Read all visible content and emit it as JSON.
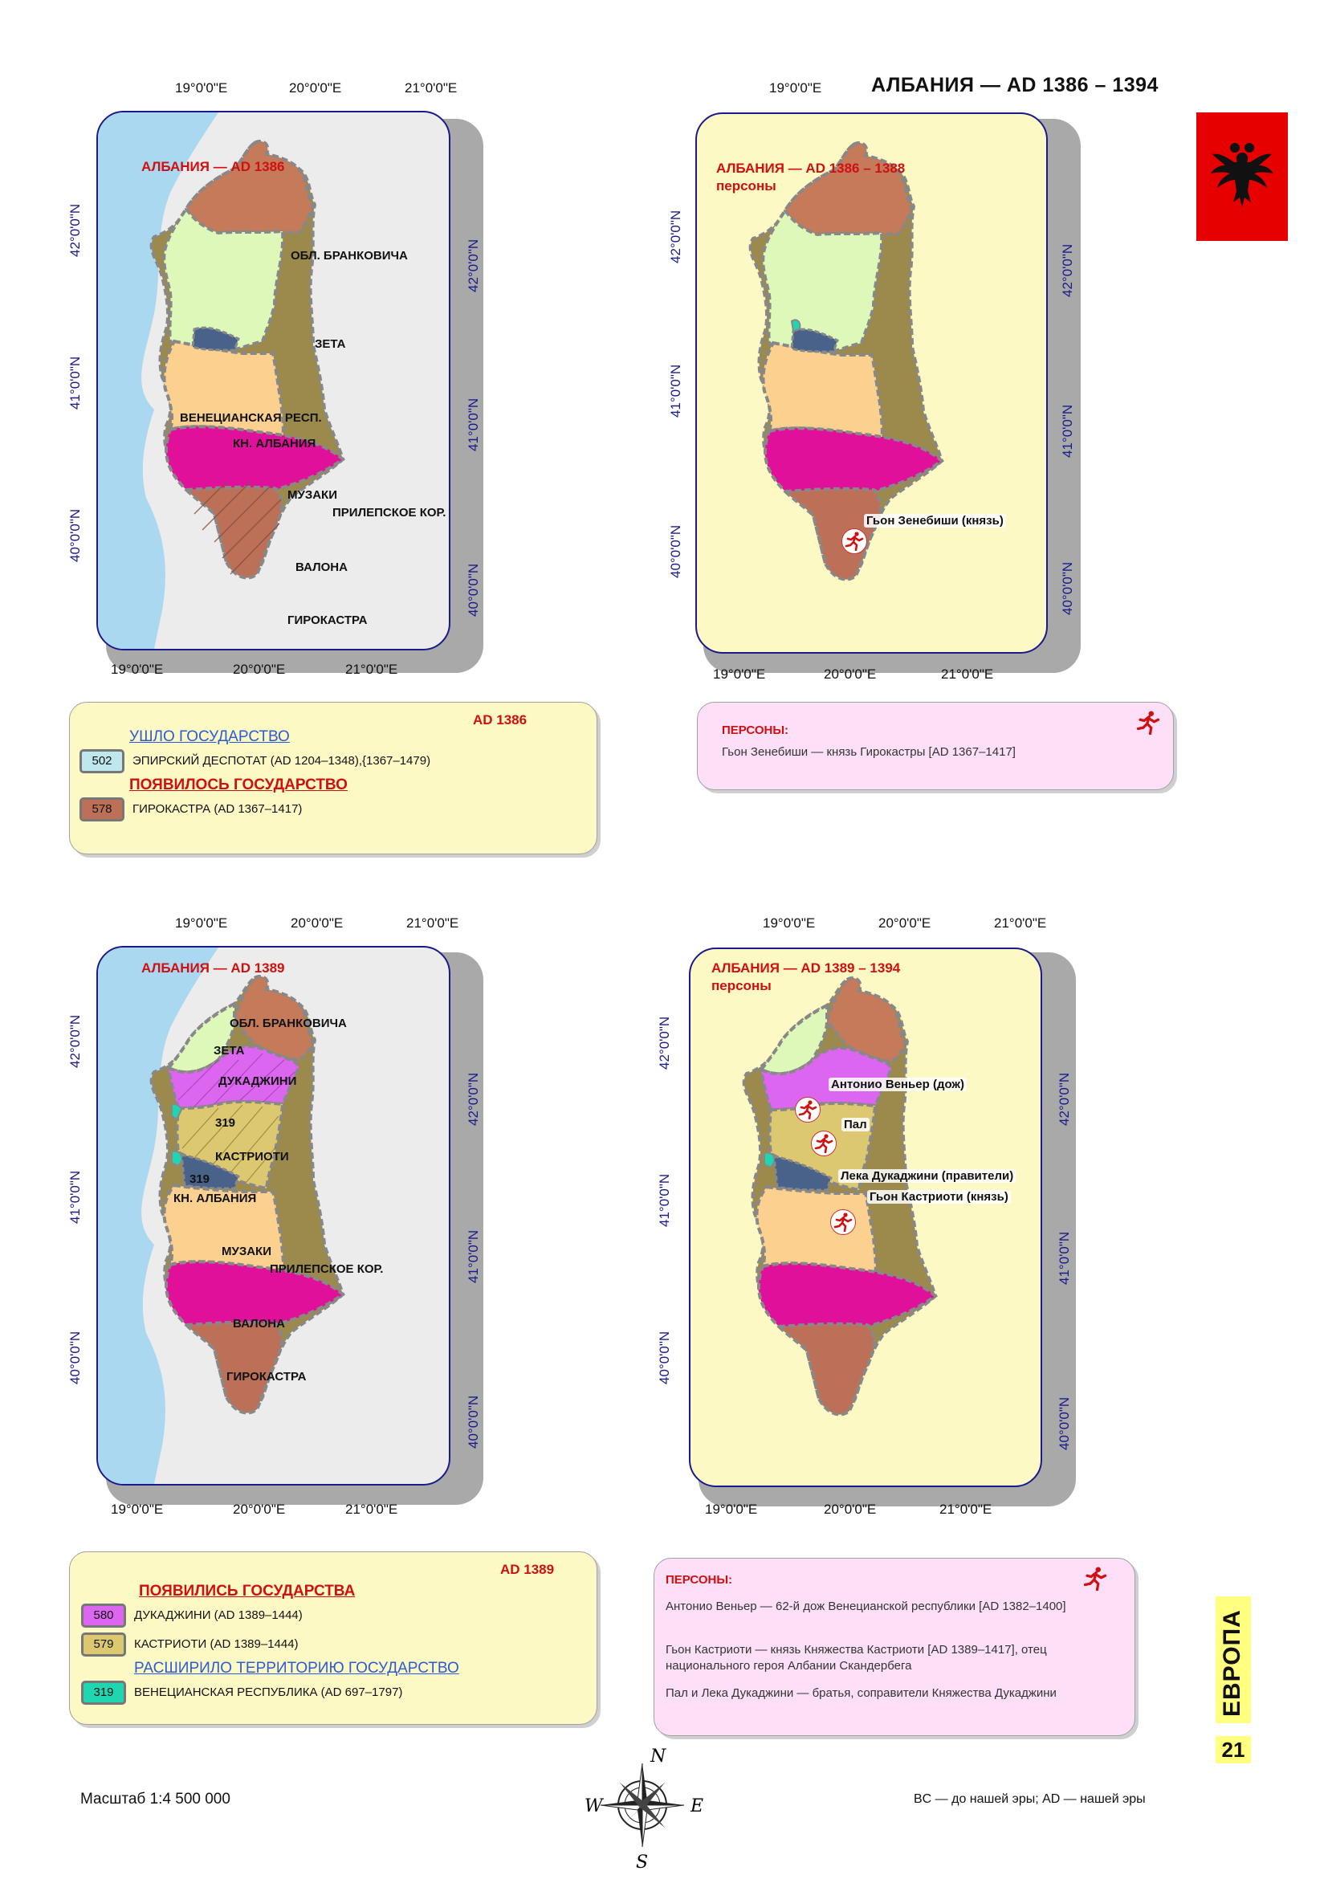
{
  "page": {
    "title": "АЛБАНИЯ — AD 1386 – 1394",
    "section_tab": "ЕВРОПА",
    "page_number": "21",
    "scale": "Масштаб 1:4 500 000",
    "era_note": "BC — до нашей эры; AD — нашей эры",
    "compass": {
      "n": "N",
      "w": "W",
      "e": "E",
      "s": "S"
    }
  },
  "colors": {
    "sea": "#a9d8f0",
    "land_outside": "#ececec",
    "paper": "#fdf9c4",
    "zeta": "#ddf8b8",
    "brankovich": "#c57a5a",
    "venice": "#1fd6b0",
    "kn_albania": "#48628a",
    "muzaki": "#fcd190",
    "prilep": "#9c8a4c",
    "valona": "#e0109a",
    "girokastra": "#bd7058",
    "dukagjini": "#dd66f0",
    "kastrioti": "#dcc870",
    "accent_red": "#d01010",
    "frame_blue": "#1a1a8a"
  },
  "map1": {
    "title": "АЛБАНИЯ  — AD 1386",
    "top_ticks": [
      "19°0'0\"E",
      "20°0'0\"E",
      "21°0'0\"E"
    ],
    "bottom_ticks": [
      "19°0'0\"E",
      "20°0'0\"E",
      "21°0'0\"E"
    ],
    "left_ticks": [
      "42°0'0\"N",
      "41°0'0\"N",
      "40°0'0\"N"
    ],
    "right_ticks": [
      "42°0'0\"N",
      "41°0'0\"N",
      "40°0'0\"N"
    ],
    "labels": {
      "brankovich": "ОБЛ. БРАНКОВИЧА",
      "zeta": "ЗЕТА",
      "venice": "ВЕНЕЦИАНСКАЯ РЕСП.",
      "kn_albania": "КН. АЛБАНИЯ",
      "muzaki": "МУЗАКИ",
      "prilep": "ПРИЛЕПСКОЕ КОР.",
      "valona": "ВАЛОНА",
      "girokastra": "ГИРОКАСТРА"
    }
  },
  "map2": {
    "title": "АЛБАНИЯ  — AD 1386 – 1388",
    "subtitle": "персоны",
    "top_ticks": [
      "19°0'0\"E"
    ],
    "bottom_ticks": [
      "19°0'0\"E",
      "20°0'0\"E",
      "21°0'0\"E"
    ],
    "left_ticks": [
      "42°0'0\"N",
      "41°0'0\"N",
      "40°0'0\"N"
    ],
    "right_ticks": [
      "42°0'0\"N",
      "41°0'0\"N",
      "40°0'0\"N"
    ],
    "persons": [
      "Гьон  Зенебиши  (князь)"
    ]
  },
  "map3": {
    "title": "АЛБАНИЯ  —  AD 1389",
    "top_ticks": [
      "19°0'0\"E",
      "20°0'0\"E",
      "21°0'0\"E"
    ],
    "bottom_ticks": [
      "19°0'0\"E",
      "20°0'0\"E",
      "21°0'0\"E"
    ],
    "left_ticks": [
      "42°0'0\"N",
      "41°0'0\"N",
      "40°0'0\"N"
    ],
    "right_ticks": [
      "42°0'0\"N",
      "41°0'0\"N",
      "40°0'0\"N"
    ],
    "labels": {
      "zeta": "ЗЕТА",
      "brankovich": "ОБЛ. БРАНКОВИЧА",
      "dukagjini": "ДУКАДЖИНИ",
      "code_a": "319",
      "kastrioti": "КАСТРИОТИ",
      "code_b": "319",
      "kn_albania": "КН. АЛБАНИЯ",
      "muzaki": "МУЗАКИ",
      "prilep": "ПРИЛЕПСКОЕ КОР.",
      "valona": "ВАЛОНА",
      "girokastra": "ГИРОКАСТРА"
    }
  },
  "map4": {
    "title": "АЛБАНИЯ  — AD 1389 – 1394",
    "subtitle": "персоны",
    "top_ticks": [
      "19°0'0\"E",
      "20°0'0\"E",
      "21°0'0\"E"
    ],
    "bottom_ticks": [
      "19°0'0\"E",
      "20°0'0\"E",
      "21°0'0\"E"
    ],
    "left_ticks": [
      "42°0'0\"N",
      "41°0'0\"N",
      "40°0'0\"N"
    ],
    "right_ticks": [
      "42°0'0\"N",
      "41°0'0\"N",
      "40°0'0\"N"
    ],
    "persons": [
      "Антонио Веньер (дож)",
      "Пал",
      "Лека Дукаджини (правители)",
      "Гьон  Кастриоти (князь)"
    ]
  },
  "legend1": {
    "year": "AD 1386",
    "gone_heading": "УШЛО ГОСУДАРСТВО",
    "gone_items": [
      {
        "code": "502",
        "text": "ЭПИРСКИЙ ДЕСПОТАТ (AD 1204–1348),{1367–1479)"
      }
    ],
    "new_heading": "ПОЯВИЛОСЬ ГОСУДАРСТВО",
    "new_items": [
      {
        "code": "578",
        "text": "ГИРОКАСТРА (AD 1367–1417)"
      }
    ]
  },
  "persons1": {
    "heading": "ПЕРСОНЫ:",
    "lines": [
      "Гьон  Зенебиши — князь Гирокастры [AD 1367–1417]"
    ]
  },
  "legend2": {
    "year": "AD 1389",
    "new_heading": "ПОЯВИЛИСЬ ГОСУДАРСТВА",
    "new_items": [
      {
        "code": "580",
        "text": "ДУКАДЖИНИ (AD 1389–1444)"
      },
      {
        "code": "579",
        "text": "КАСТРИОТИ (AD 1389–1444)"
      }
    ],
    "expanded_heading": "РАСШИРИЛО ТЕРРИТОРИЮ ГОСУДАРСТВО",
    "expanded_items": [
      {
        "code": "319",
        "text": "ВЕНЕЦИАНСКАЯ РЕСПУБЛИКА  (AD 697–1797)"
      }
    ]
  },
  "persons2": {
    "heading": "ПЕРСОНЫ:",
    "lines": [
      "Антонио Веньер — 62-й дож Венецианской республики  [AD 1382–1400]",
      "Гьон  Кастриоти — князь Княжества Кастриоти [AD 1389–1417], отец национального героя Албании Скандербега",
      "Пал и Лека Дукаджини — братья, соправители Княжества Дукаджини"
    ]
  }
}
